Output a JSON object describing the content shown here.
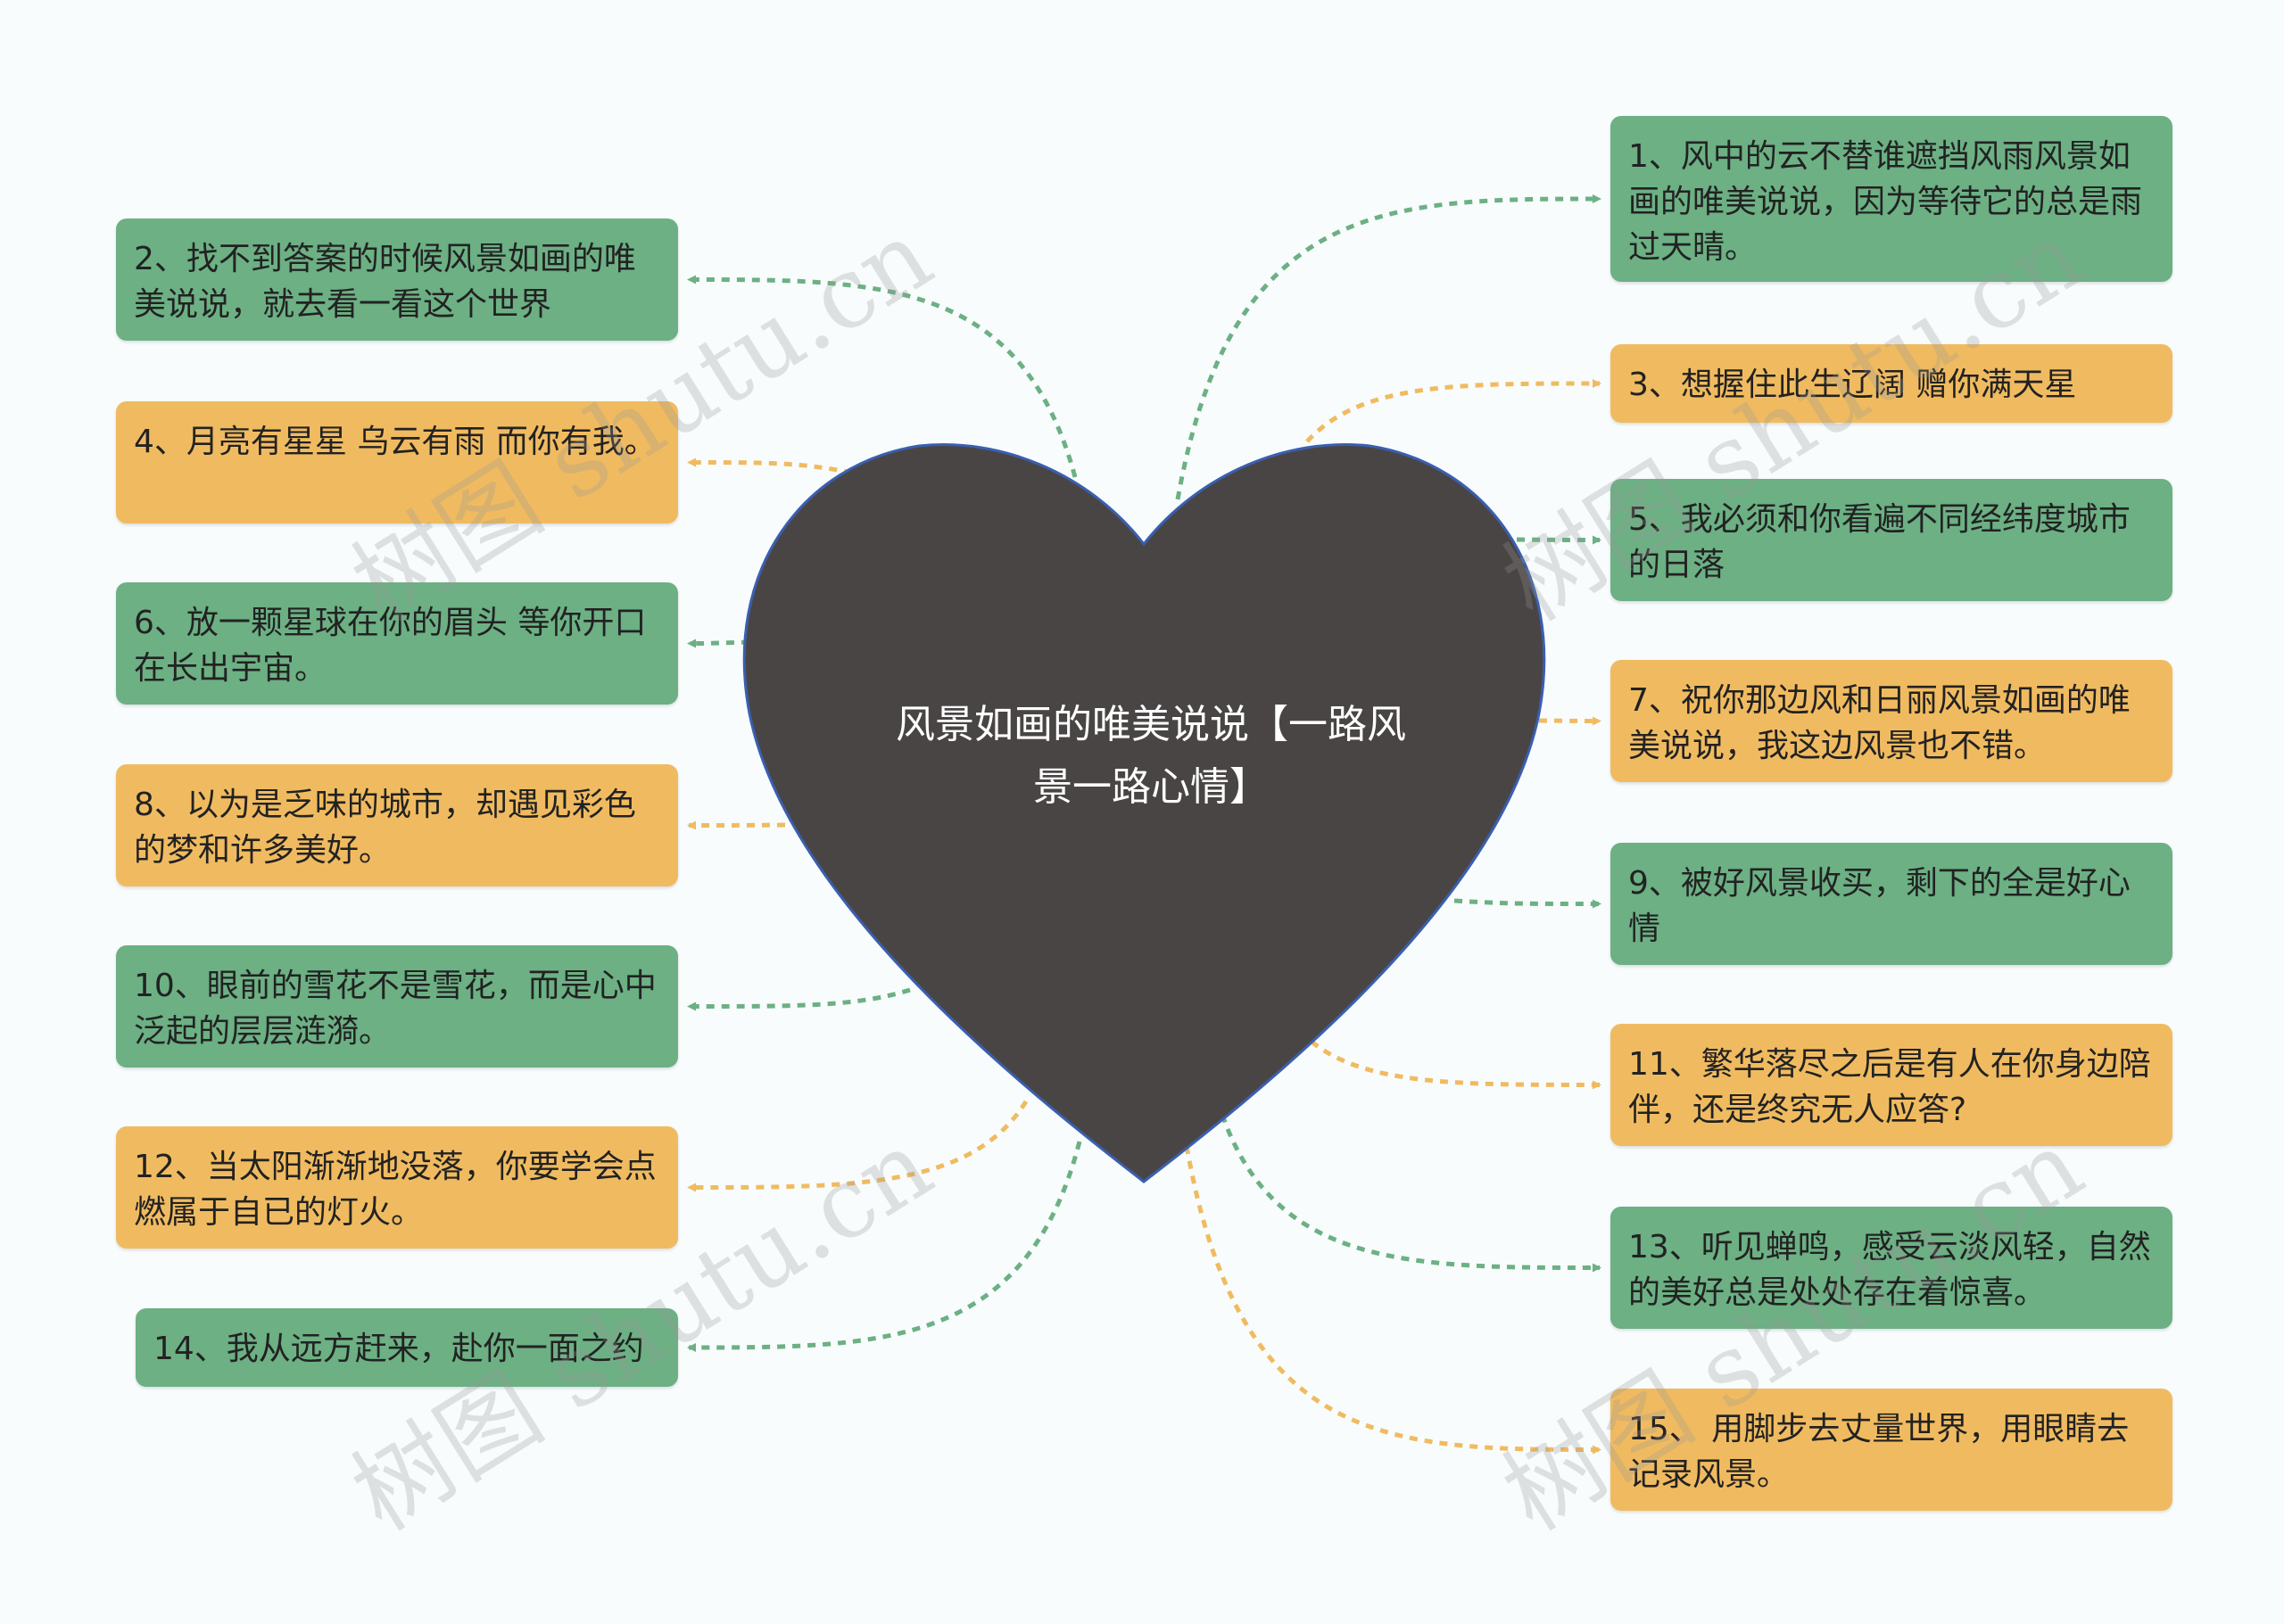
{
  "center": {
    "title": "风景如画的唯美说说【一路风景一路心情】"
  },
  "colors": {
    "green": "#6cb084",
    "orange": "#f0bb60",
    "heart": "#4a4545",
    "heart_stroke": "#3a5fb0"
  },
  "left_nodes": [
    {
      "id": 2,
      "text": "2、找不到答案的时候风景如画的唯美说说，就去看一看这个世界",
      "color": "green"
    },
    {
      "id": 4,
      "text": "4、月亮有星星 乌云有雨 而你有我。",
      "color": "orange"
    },
    {
      "id": 6,
      "text": "6、放一颗星球在你的眉头 等你开口在长出宇宙。",
      "color": "green"
    },
    {
      "id": 8,
      "text": "8、以为是乏味的城市，却遇见彩色的梦和许多美好。",
      "color": "orange"
    },
    {
      "id": 10,
      "text": "10、眼前的雪花不是雪花，而是心中泛起的层层涟漪。",
      "color": "green"
    },
    {
      "id": 12,
      "text": "12、当太阳渐渐地没落，你要学会点燃属于自已的灯火。",
      "color": "orange"
    },
    {
      "id": 14,
      "text": "14、我从远方赶来，赴你一面之约",
      "color": "green"
    }
  ],
  "right_nodes": [
    {
      "id": 1,
      "text": "1、风中的云不替谁遮挡风雨风景如画的唯美说说，因为等待它的总是雨过天晴。",
      "color": "green"
    },
    {
      "id": 3,
      "text": "3、想握住此生辽阔 赠你满天星",
      "color": "orange"
    },
    {
      "id": 5,
      "text": "5、我必须和你看遍不同经纬度城市的日落",
      "color": "green"
    },
    {
      "id": 7,
      "text": "7、祝你那边风和日丽风景如画的唯美说说，我这边风景也不错。",
      "color": "orange"
    },
    {
      "id": 9,
      "text": "9、被好风景收买，剩下的全是好心情",
      "color": "green"
    },
    {
      "id": 11,
      "text": "11、繁华落尽之后是有人在你身边陪伴，还是终究无人应答?",
      "color": "orange"
    },
    {
      "id": 13,
      "text": "13、听见蝉鸣，感受云淡风轻，自然的美好总是处处存在着惊喜。",
      "color": "green"
    },
    {
      "id": 15,
      "text": "15、 用脚步去丈量世界，用眼睛去记录风景。",
      "color": "orange"
    }
  ],
  "watermark": "树图 shutu.cn"
}
